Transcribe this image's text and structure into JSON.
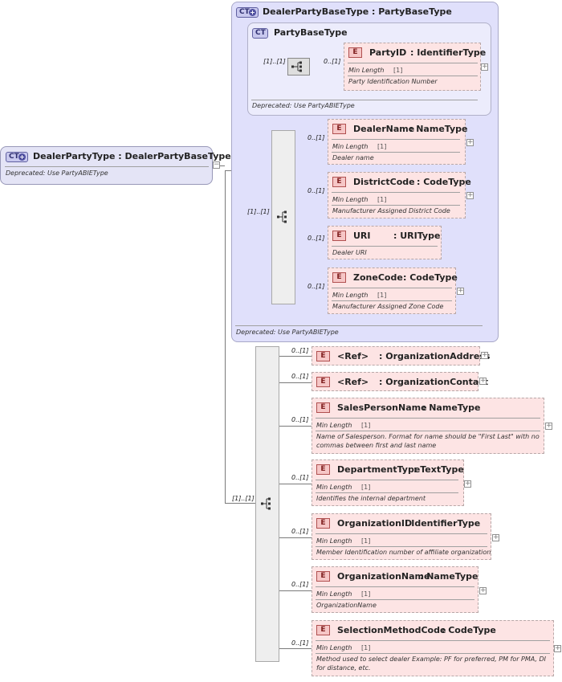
{
  "root": {
    "badge": "CT",
    "title": "DealerPartyType : DealerPartyBaseType",
    "note": "Deprecated: Use PartyABIEType"
  },
  "base_type": {
    "badge": "CT",
    "title": "DealerPartyBaseType : PartyBaseType",
    "note": "Deprecated: Use PartyABIEType",
    "inner": {
      "badge": "CT",
      "title": "PartyBaseType",
      "note": "Deprecated: Use PartyABIEType",
      "seq_cardinality": "[1]..[1]",
      "party_id": {
        "badge": "E",
        "name": "PartyID",
        "type": ": IdentifierType",
        "cardinality": "0..[1]",
        "facet_label": "Min Length",
        "facet_value": "[1]",
        "doc": "Party Identification Number"
      }
    },
    "seq_cardinality": "[1]..[1]",
    "elements": [
      {
        "badge": "E",
        "name": "DealerName",
        "type": ": NameType",
        "cardinality": "0..[1]",
        "facet_label": "Min Length",
        "facet_value": "[1]",
        "doc": "Dealer name"
      },
      {
        "badge": "E",
        "name": "DistrictCode",
        "type": ": CodeType",
        "cardinality": "0..[1]",
        "facet_label": "Min Length",
        "facet_value": "[1]",
        "doc": "Manufacturer Assigned District Code"
      },
      {
        "badge": "E",
        "name": "URI",
        "type": ": URIType",
        "cardinality": "0..[1]",
        "doc": "Dealer URI"
      },
      {
        "badge": "E",
        "name": "ZoneCode",
        "type": ": CodeType",
        "cardinality": "0..[1]",
        "facet_label": "Min Length",
        "facet_value": "[1]",
        "doc": "Manufacturer Assigned Zone Code"
      }
    ]
  },
  "main_sequence": {
    "cardinality": "[1]..[1]",
    "elements": [
      {
        "badge": "E",
        "name": "<Ref>",
        "type": ": OrganizationAddress",
        "cardinality": "0..[1]"
      },
      {
        "badge": "E",
        "name": "<Ref>",
        "type": ": OrganizationContact",
        "cardinality": "0..[1]"
      },
      {
        "badge": "E",
        "name": "SalesPersonName",
        "type": ": NameType",
        "cardinality": "0..[1]",
        "facet_label": "Min Length",
        "facet_value": "[1]",
        "doc": "Name of Salesperson. Format for name should be \"First Last\" with no commas between first and last name"
      },
      {
        "badge": "E",
        "name": "DepartmentType",
        "type": ": TextType",
        "cardinality": "0..[1]",
        "facet_label": "Min Length",
        "facet_value": "[1]",
        "doc": "Identifies the internal department"
      },
      {
        "badge": "E",
        "name": "OrganizationID",
        "type": ": IdentifierType",
        "cardinality": "0..[1]",
        "facet_label": "Min Length",
        "facet_value": "[1]",
        "doc": "Member Identification number of affiliate organization"
      },
      {
        "badge": "E",
        "name": "OrganizationName",
        "type": ": NameType",
        "cardinality": "0..[1]",
        "facet_label": "Min Length",
        "facet_value": "[1]",
        "doc": "OrganizationName"
      },
      {
        "badge": "E",
        "name": "SelectionMethodCode",
        "type": ": CodeType",
        "cardinality": "0..[1]",
        "facet_label": "Min Length",
        "facet_value": "[1]",
        "doc": "Method used to select dealer Example: PF for preferred, PM for PMA, DI for distance, etc."
      }
    ]
  }
}
